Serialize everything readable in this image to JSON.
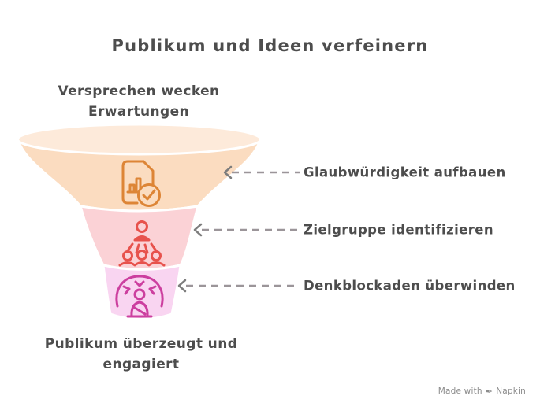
{
  "title": "Publikum und Ideen verfeinern",
  "funnel": {
    "input_label": "Versprechen wecken Erwartungen",
    "output_label": "Publikum überzeugt und engagiert",
    "stages": [
      {
        "label": "Glaubwürdigkeit aufbauen",
        "icon": "document-check-icon",
        "fill": "#fbdcc0",
        "icon_color": "#dd8536"
      },
      {
        "label": "Zielgruppe identifizieren",
        "icon": "presenter-audience-icon",
        "fill": "#fbd2d6",
        "icon_color": "#e7524c"
      },
      {
        "label": "Denkblockaden überwinden",
        "icon": "person-mind-icon",
        "fill": "#f9d5f1",
        "icon_color": "#cc3f9f"
      }
    ]
  },
  "colors": {
    "background": "#ffffff",
    "text": "#4d4d4d",
    "connector": "#9b9599",
    "arrowhead": "#7d7d7d",
    "funnel_top_ellipse": "#fdeada",
    "watermark": "#8c8c8c"
  },
  "watermark": {
    "text": "Made with",
    "brand": "Napkin",
    "icon": "pen-icon"
  }
}
